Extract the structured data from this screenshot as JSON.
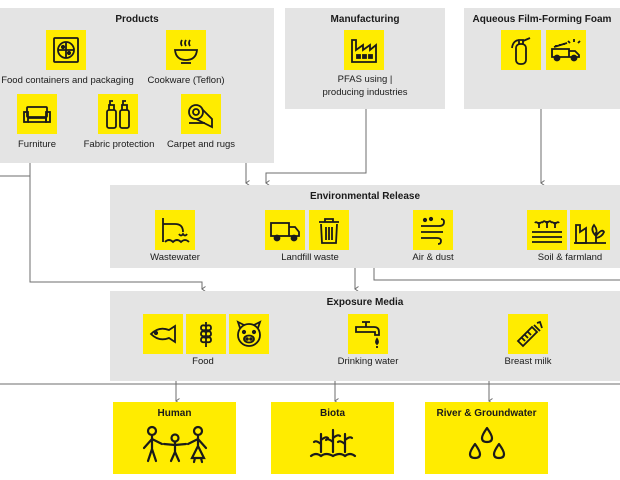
{
  "products": {
    "title": "Products",
    "items": {
      "food_containers": "Food containers and packaging",
      "cookware": "Cookware (Teflon)",
      "furniture": "Furniture",
      "fabric_protection": "Fabric protection",
      "carpet": "Carpet and rugs"
    }
  },
  "manufacturing": {
    "title": "Manufacturing",
    "label_line1": "PFAS using |",
    "label_line2": "producing industries"
  },
  "afff": {
    "title": "Aqueous Film-Forming Foam"
  },
  "environmental_release": {
    "title": "Environmental Release",
    "items": {
      "wastewater": "Wastewater",
      "landfill": "Landfill waste",
      "air_dust": "Air & dust",
      "soil": "Soil & farmland"
    }
  },
  "exposure_media": {
    "title": "Exposure Media",
    "items": {
      "food": "Food",
      "drinking_water": "Drinking water",
      "breast_milk": "Breast milk"
    }
  },
  "receptors": {
    "human": "Human",
    "biota": "Biota",
    "river": "River & Groundwater"
  },
  "colors": {
    "box_gray": "#e4e4e4",
    "icon_yellow": "#ffec00",
    "line_gray": "#6e6e6e"
  }
}
